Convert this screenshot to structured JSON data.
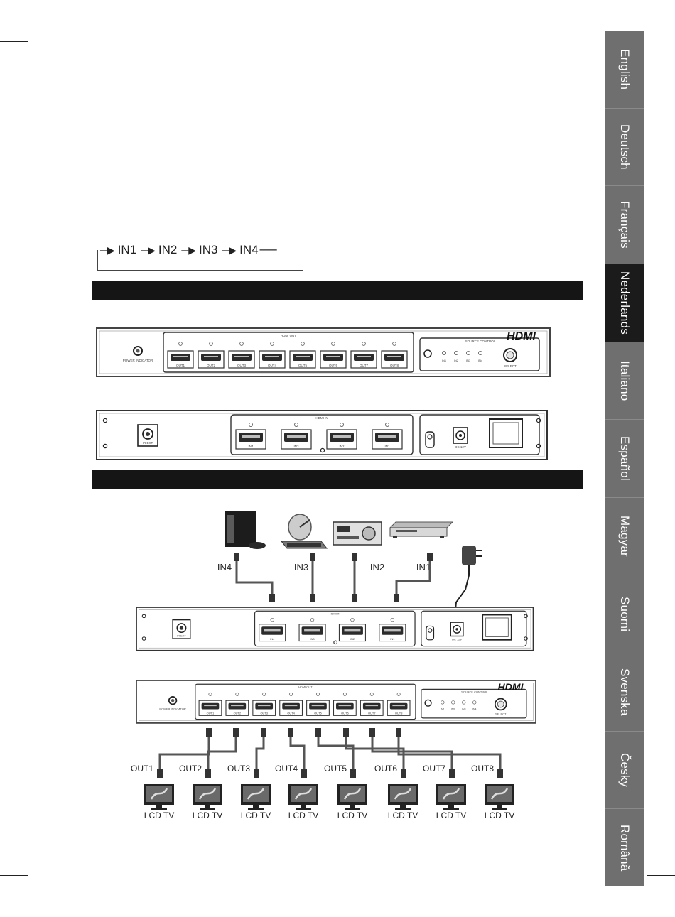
{
  "language_tabs": [
    {
      "label": "English",
      "active": false
    },
    {
      "label": "Deutsch",
      "active": false
    },
    {
      "label": "Français",
      "active": false
    },
    {
      "label": "Nederlands",
      "active": true
    },
    {
      "label": "Italiano",
      "active": false
    },
    {
      "label": "Español",
      "active": false
    },
    {
      "label": "Magyar",
      "active": false
    },
    {
      "label": "Suomi",
      "active": false
    },
    {
      "label": "Svenska",
      "active": false
    },
    {
      "label": "Česky",
      "active": false
    },
    {
      "label": "Română",
      "active": false
    }
  ],
  "input_sequence": [
    "IN1",
    "IN2",
    "IN3",
    "IN4"
  ],
  "device": {
    "brand": "HDMI",
    "front": {
      "power_indicator": "POWER INDICATOR",
      "hdmi_out_label": "HDMI OUT",
      "outputs": [
        "OUT1",
        "OUT2",
        "OUT3",
        "OUT4",
        "OUT5",
        "OUT6",
        "OUT7",
        "OUT8"
      ],
      "source_control_label": "SOURCE CONTROL",
      "source_leds": [
        "IN1",
        "IN2",
        "IN3",
        "IN4"
      ],
      "select_label": "SELECT"
    },
    "rear": {
      "hdmi_in_label": "HDMI IN",
      "inputs": [
        "IN4",
        "IN3",
        "IN2",
        "IN1"
      ],
      "power_label": "DC 12V",
      "ir_label": "IR EXT"
    }
  },
  "diagram": {
    "source_labels": [
      "IN4",
      "IN3",
      "IN2",
      "IN1"
    ],
    "output_labels": [
      "OUT1",
      "OUT2",
      "OUT3",
      "OUT4",
      "OUT5",
      "OUT6",
      "OUT7",
      "OUT8"
    ],
    "tv_label": "LCD TV"
  }
}
